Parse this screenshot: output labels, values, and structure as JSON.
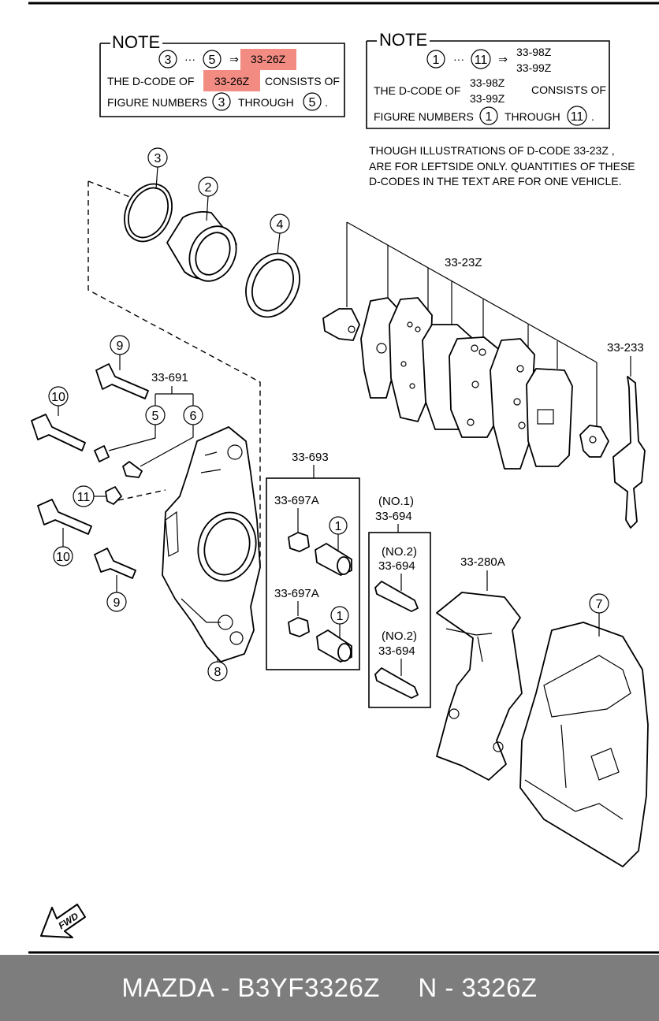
{
  "note_left": {
    "title": "NOTE",
    "range_from": "3",
    "dots": "···",
    "range_to": "5",
    "arrow": "⇒",
    "dcode": "33-26Z",
    "line2_prefix": "THE D-CODE OF",
    "line2_dcode": "33-26Z",
    "line2_suffix": "CONSISTS OF",
    "line3_prefix": "FIGURE NUMBERS",
    "line3_from": "3",
    "line3_mid": "THROUGH",
    "line3_to": "5",
    "line3_end": ".",
    "highlight_color": "#f28b82"
  },
  "note_right": {
    "title": "NOTE",
    "range_from": "1",
    "dots": "···",
    "range_to": "11",
    "arrow": "⇒",
    "dcode_a": "33-98Z",
    "dcode_b": "33-99Z",
    "line2_prefix": "THE D-CODE OF",
    "line2_dcode_a": "33-98Z",
    "line2_dcode_b": "33-99Z",
    "line2_suffix": "CONSISTS OF",
    "line3_prefix": "FIGURE NUMBERS",
    "line3_from": "1",
    "line3_mid": "THROUGH",
    "line3_to": "11",
    "line3_end": "."
  },
  "caption": {
    "line1": "THOUGH ILLUSTRATIONS OF D-CODE 33-23Z ,",
    "line2": "ARE FOR LEFTSIDE ONLY. QUANTITIES OF THESE",
    "line3": "D-CODES IN THE TEXT ARE FOR ONE VEHICLE."
  },
  "callouts": {
    "c3": "3",
    "c2": "2",
    "c4": "4",
    "c9a": "9",
    "c10a": "10",
    "c5": "5",
    "c6": "6",
    "c11": "11",
    "c10b": "10",
    "c9b": "9",
    "c8": "8",
    "c1a": "1",
    "c1b": "1",
    "c7": "7"
  },
  "labels": {
    "pads": "33-23Z",
    "clip": "33-233",
    "bleeder": "33-691",
    "pin_set": "33-693",
    "boot_a": "33-697A",
    "boot_b": "33-697A",
    "no1_tag": "(NO.1)",
    "no1_code": "33-694",
    "no2a_tag": "(NO.2)",
    "no2a_code": "33-694",
    "no2b_tag": "(NO.2)",
    "no2b_code": "33-694",
    "bracket": "33-280A"
  },
  "fwd": "FWD",
  "footer": {
    "text": "MAZDA - B3YF3326Z     N - 3326Z",
    "bg_color": "#7d7d7d"
  }
}
